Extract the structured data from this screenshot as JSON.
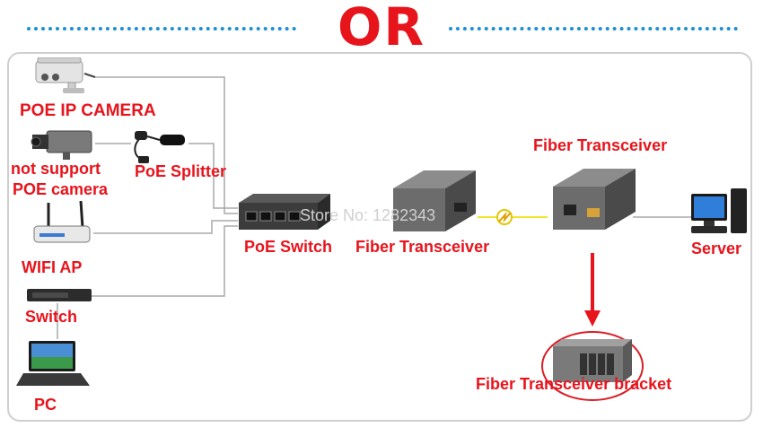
{
  "header": {
    "title": "OR"
  },
  "colors": {
    "accent_red": "#e8141c",
    "dotted_blue": "#1b8fd6",
    "fiber_yellow": "#f2e52a",
    "cable_gray": "#a8a8a8"
  },
  "devices": {
    "poe_ip_camera": "POE IP CAMERA",
    "non_poe_camera_line1": "not support",
    "non_poe_camera_line2": "POE  camera",
    "poe_splitter": "PoE Splitter",
    "wifi_ap": "WIFI AP",
    "switch": "Switch",
    "pc": "PC",
    "poe_switch": "PoE Switch",
    "fiber_transceiver_left": "Fiber Transceiver",
    "fiber_transceiver_right": "Fiber Transceiver",
    "server": "Server",
    "bracket": "Fiber Transceiver bracket"
  },
  "watermark": "Store No: 1282343",
  "icons": [
    "ip-camera-icon",
    "box-camera-icon",
    "splitter-icon",
    "router-icon",
    "switch-icon",
    "laptop-icon",
    "poe-switch-icon",
    "transceiver-icon",
    "server-icon",
    "rack-bracket-icon",
    "fiber-link-icon",
    "down-arrow-icon"
  ]
}
